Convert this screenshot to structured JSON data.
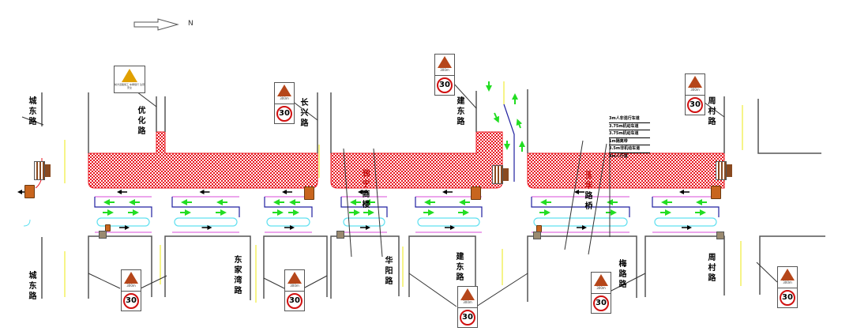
{
  "north_label": "N",
  "road_labels": {
    "top": [
      "城东路",
      "优化路",
      "长兴路",
      "建东路",
      "周村路"
    ],
    "middle": [
      {
        "red": "润宁",
        "black": "商楼"
      },
      {
        "red": "玉华",
        "black": "路桥"
      }
    ],
    "bottom": [
      "城东路",
      "东家湾路",
      "华阳路",
      "建东路",
      "梅路路",
      "周村路"
    ]
  },
  "signs": {
    "work_sign_text": "前方道路施工 车辆慢行 注意安全",
    "distance": "300m",
    "speed_limit": "30"
  },
  "legend": [
    "3m人非混行车道",
    "3.75m机动车道",
    "3.75m机动车道",
    "1m隔离带",
    "3.5m非机动车道",
    "4m人行道"
  ],
  "colors": {
    "work_zone": "#e8141e",
    "road_edge": "#555555",
    "center_line": "#f2f060",
    "green_arrow": "#22dd22",
    "magenta_line": "#e070e0",
    "blue_line": "#2020a0",
    "cyan_island": "#60e0f0"
  }
}
